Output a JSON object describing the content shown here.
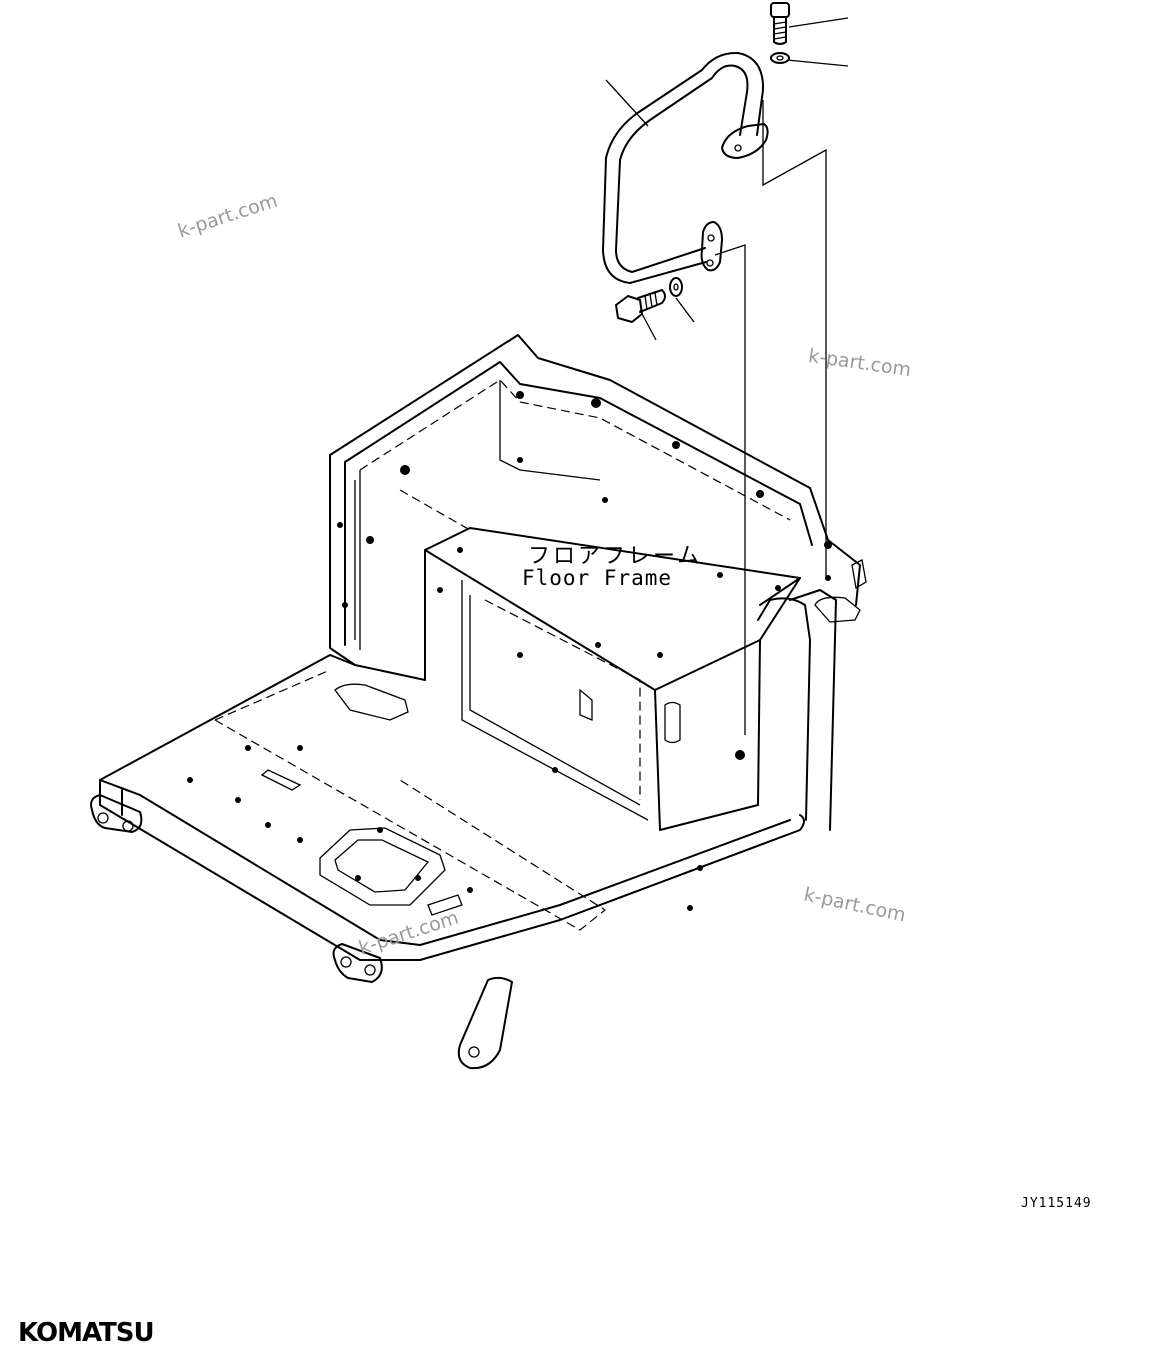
{
  "part_label": {
    "japanese": "フロアフレーム",
    "english": "Floor Frame"
  },
  "watermarks": [
    "k-part.com",
    "k-part.com",
    "k-part.com",
    "k-part.com"
  ],
  "drawing_code": "JY115149",
  "brand": "KOMATSU"
}
